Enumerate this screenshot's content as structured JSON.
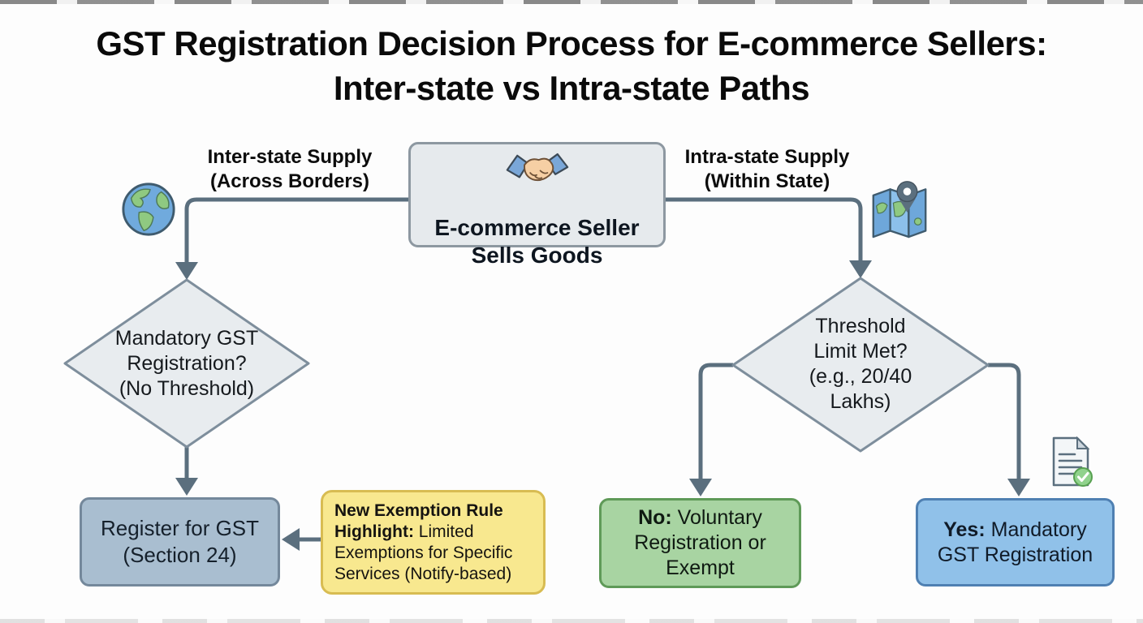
{
  "title": {
    "line1": "GST Registration Decision Process for E-commerce Sellers:",
    "line2": "Inter-state vs Intra-state Paths"
  },
  "branches": {
    "inter_state": {
      "label": "Inter-state Supply\n(Across Borders)",
      "icon": "globe-icon"
    },
    "intra_state": {
      "label": "Intra-state Supply\n(Within State)",
      "icon": "map-pin-icon"
    }
  },
  "nodes": {
    "seller": {
      "text": "E-commerce Seller\nSells Goods",
      "icon": "handshake-icon"
    },
    "inter_decision": {
      "text": "Mandatory GST\nRegistration?\n(No Threshold)"
    },
    "register": {
      "text": "Register for GST\n(Section 24)"
    },
    "exemption_note": {
      "bold": "New Exemption Rule\nHighlight:",
      "rest": " Limited\nExemptions for Specific\nServices (Notify-based)"
    },
    "intra_decision": {
      "text": "Threshold\nLimit Met?\n(e.g., 20/40\nLakhs)"
    },
    "no_outcome": {
      "bold": "No:",
      "rest": " Voluntary\nRegistration or\nExempt"
    },
    "yes_outcome": {
      "bold": "Yes:",
      "rest": " Mandatory\nGST Registration",
      "icon": "document-check-icon"
    }
  },
  "colors": {
    "connector": "#5b6f7e",
    "decision_fill": "#e8ecef",
    "decision_border": "#7e8e9c",
    "seller_fill": "#e6eaed",
    "register_fill": "#a9bed0",
    "note_fill": "#f8e88f",
    "note_border": "#d8bc52",
    "no_fill": "#a8d4a2",
    "no_border": "#5f9a58",
    "yes_fill": "#90c1e9",
    "yes_border": "#4f80b2",
    "text": "#101418"
  }
}
